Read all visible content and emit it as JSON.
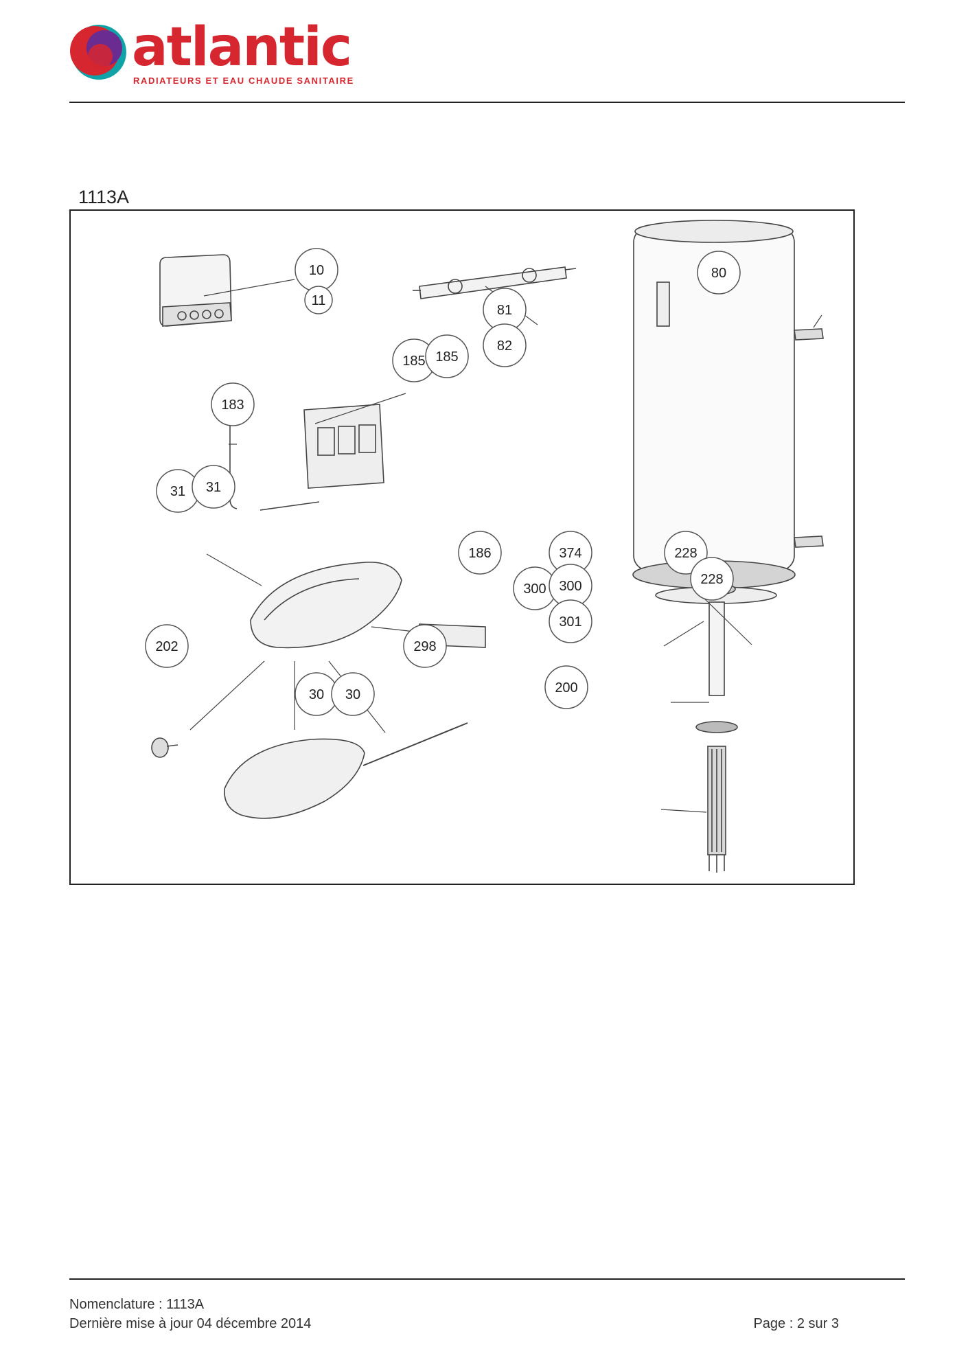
{
  "brand": {
    "name": "atlantic",
    "tagline": "RADIATEURS ET EAU CHAUDE SANITAIRE",
    "colors": {
      "red": "#d6262f",
      "purple": "#6a2c91",
      "teal": "#0fa3a8"
    }
  },
  "document": {
    "reference": "1113A"
  },
  "diagram": {
    "callouts": [
      "10",
      "11",
      "81",
      "82",
      "80",
      "185",
      "185",
      "183",
      "31",
      "31",
      "186",
      "374",
      "228",
      "228",
      "300",
      "300",
      "301",
      "202",
      "298",
      "30",
      "30",
      "200"
    ]
  },
  "footer": {
    "nomenclature": "Nomenclature : 1113A",
    "updated": "Dernière mise à jour 04 décembre 2014",
    "page": "Page : 2 sur 3"
  }
}
